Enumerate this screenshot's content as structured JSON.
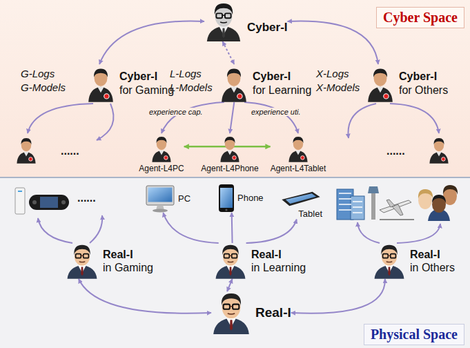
{
  "diagram": {
    "nodes": [
      {
        "text": [
          "Cyber Space"
        ]
      },
      {
        "text": [
          "Cyber-I"
        ],
        "in": 0
      },
      {
        "text": [
          "Cyber-I",
          "for Gaming"
        ],
        "in": 0
      },
      {
        "text": [
          "Cyber-I",
          "for Learning"
        ],
        "in": 0
      },
      {
        "text": [
          "Cyber-I",
          "for Others"
        ],
        "in": 0
      },
      {
        "text": [
          "Agent-L4PC"
        ],
        "in": 0
      },
      {
        "text": [
          "Agent-L4Phone"
        ],
        "in": 0
      },
      {
        "text": [
          "Agent-L4Tablet"
        ],
        "in": 0
      },
      {
        "text": [
          "Physical Space"
        ]
      },
      {
        "text": [
          "PC"
        ],
        "in": 8
      },
      {
        "text": [
          "Phone"
        ],
        "in": 8
      },
      {
        "text": [
          "Tablet"
        ],
        "in": 8
      },
      {
        "text": [
          "Real-I",
          "in Gaming"
        ],
        "in": 8
      },
      {
        "text": [
          "Real-I",
          "in Learning"
        ],
        "in": 8
      },
      {
        "text": [
          "Real-I",
          "in Others"
        ],
        "in": 8
      },
      {
        "text": [
          "Real-I"
        ],
        "in": 8
      }
    ],
    "edges": [
      {
        "from": 1,
        "to": 2,
        "arrow": "both"
      },
      {
        "from": 1,
        "to": 3,
        "arrow": "both"
      },
      {
        "from": 1,
        "to": 4,
        "arrow": "both"
      },
      {
        "from": 3,
        "to": 5,
        "arrow": "to"
      },
      {
        "from": 3,
        "to": 6,
        "arrow": "to"
      },
      {
        "from": 3,
        "to": 7,
        "arrow": "to"
      },
      {
        "from": 5,
        "to": 7,
        "arrow": "both"
      },
      {
        "from": 13,
        "to": 9,
        "arrow": "to"
      },
      {
        "from": 13,
        "to": 10,
        "arrow": "to"
      },
      {
        "from": 13,
        "to": 11,
        "arrow": "to"
      },
      {
        "from": 15,
        "to": 12,
        "arrow": "both"
      },
      {
        "from": 15,
        "to": 13,
        "arrow": "both"
      },
      {
        "from": 15,
        "to": 14,
        "arrow": "both"
      }
    ],
    "labels": [
      "G-Logs",
      "G-Models",
      "L-Logs",
      "L-Models",
      "X-Logs",
      "X-Models",
      "experience cap.",
      "experience uti.",
      "......",
      "......",
      "......"
    ]
  }
}
